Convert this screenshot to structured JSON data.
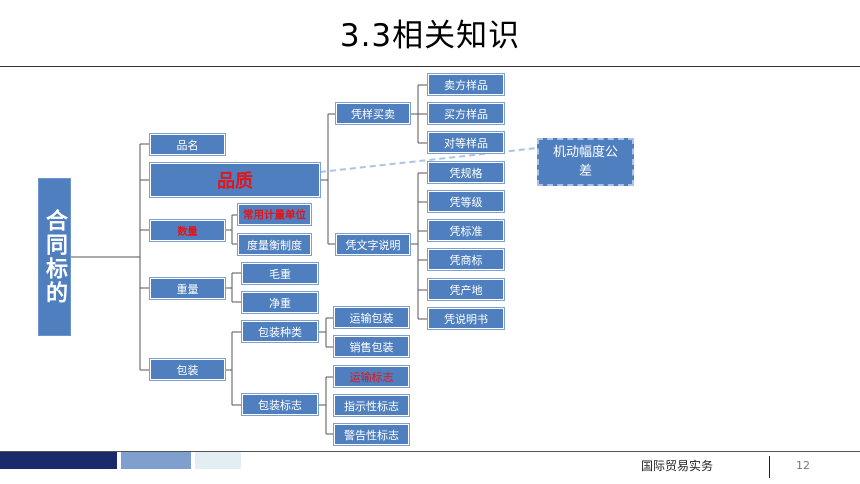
{
  "title": "3.3相关知识",
  "root": "合同标的",
  "level1": {
    "name": "品名",
    "quality": "品质",
    "quantity": "数量",
    "weight": "重量",
    "packing": "包装"
  },
  "quantity_children": {
    "unit": "常用计量单位",
    "system": "度量衡制度"
  },
  "weight_children": {
    "gross": "毛重",
    "net": "净重"
  },
  "packing_children": {
    "type": "包装种类",
    "mark": "包装标志"
  },
  "packing_type_children": {
    "transport": "运输包装",
    "sales": "销售包装"
  },
  "packing_mark_children": {
    "shipping": "运输标志",
    "indicative": "指示性标志",
    "warning": "警告性标志"
  },
  "quality_children": {
    "sample": "凭样买卖",
    "description": "凭文字说明"
  },
  "sample_children": {
    "seller": "卖方样品",
    "buyer": "买方样品",
    "counter": "对等样品"
  },
  "description_children": {
    "spec": "凭规格",
    "grade": "凭等级",
    "standard": "凭标准",
    "brand": "凭商标",
    "origin": "凭产地",
    "manual": "凭说明书"
  },
  "callout": "机动幅度公差",
  "footer": {
    "course": "国际贸易实务",
    "page": "12"
  },
  "colors": {
    "box": "#4f7fbe",
    "highlight_text": "#e0161b",
    "footer_dark": "#1b2a6b",
    "footer_mid": "#7f9fcf",
    "footer_light": "#e2eef4"
  }
}
